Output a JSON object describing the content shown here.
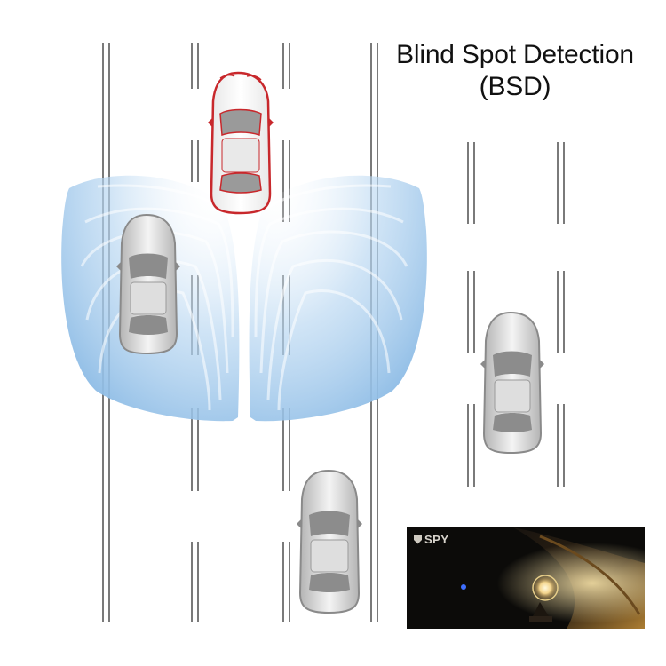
{
  "title": {
    "line1": "Blind Spot Detection",
    "line2": "(BSD)"
  },
  "inset": {
    "brand": "SPY"
  },
  "colors": {
    "ego_car_outline": "#c8282c",
    "other_car_outline": "#8a8a8a",
    "detection_zone": "#9cc6ea",
    "lane_line": "#7a7a7a",
    "inset_background": "#0c0b09",
    "indicator_glow": "#f6e2a8"
  },
  "scene": {
    "cars": [
      {
        "role": "ego-vehicle",
        "color": "red"
      },
      {
        "role": "vehicle-in-blind-spot",
        "color": "gray"
      },
      {
        "role": "vehicle-adjacent-lane",
        "color": "gray"
      },
      {
        "role": "vehicle-rear",
        "color": "gray"
      }
    ],
    "detection_zones": [
      "left-blind-spot-zone",
      "right-blind-spot-zone"
    ]
  }
}
